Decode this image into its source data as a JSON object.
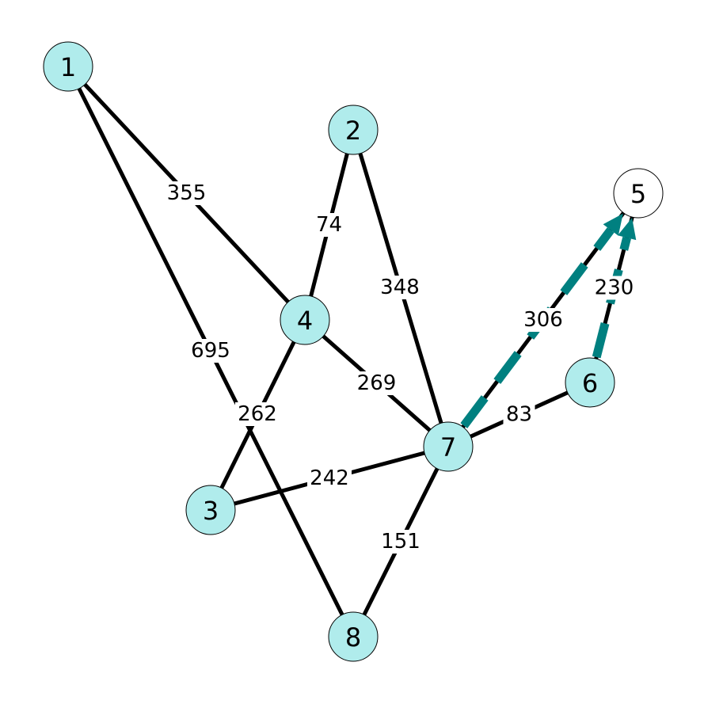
{
  "graph": {
    "nodes": [
      {
        "id": "1",
        "label": "1",
        "fill": "#b0ecec"
      },
      {
        "id": "2",
        "label": "2",
        "fill": "#b0ecec"
      },
      {
        "id": "3",
        "label": "3",
        "fill": "#b0ecec"
      },
      {
        "id": "4",
        "label": "4",
        "fill": "#b0ecec"
      },
      {
        "id": "5",
        "label": "5",
        "fill": "#ffffff"
      },
      {
        "id": "6",
        "label": "6",
        "fill": "#b0ecec"
      },
      {
        "id": "7",
        "label": "7",
        "fill": "#b0ecec"
      },
      {
        "id": "8",
        "label": "8",
        "fill": "#b0ecec"
      }
    ],
    "edges": [
      {
        "source": "1",
        "target": "4",
        "weight": "355"
      },
      {
        "source": "1",
        "target": "8",
        "weight": "695"
      },
      {
        "source": "2",
        "target": "4",
        "weight": "74"
      },
      {
        "source": "2",
        "target": "7",
        "weight": "348"
      },
      {
        "source": "4",
        "target": "3",
        "weight": "262"
      },
      {
        "source": "4",
        "target": "7",
        "weight": "269"
      },
      {
        "source": "3",
        "target": "7",
        "weight": "242"
      },
      {
        "source": "7",
        "target": "8",
        "weight": "151"
      },
      {
        "source": "7",
        "target": "6",
        "weight": "83"
      },
      {
        "source": "7",
        "target": "5",
        "weight": "306"
      },
      {
        "source": "6",
        "target": "5",
        "weight": "230"
      }
    ],
    "highlighted_path": [
      {
        "source": "7",
        "target": "5"
      },
      {
        "source": "6",
        "target": "5"
      }
    ],
    "colors": {
      "node_default": "#b0ecec",
      "node_target": "#ffffff",
      "edge": "#000000",
      "highlight": "#008080"
    }
  }
}
